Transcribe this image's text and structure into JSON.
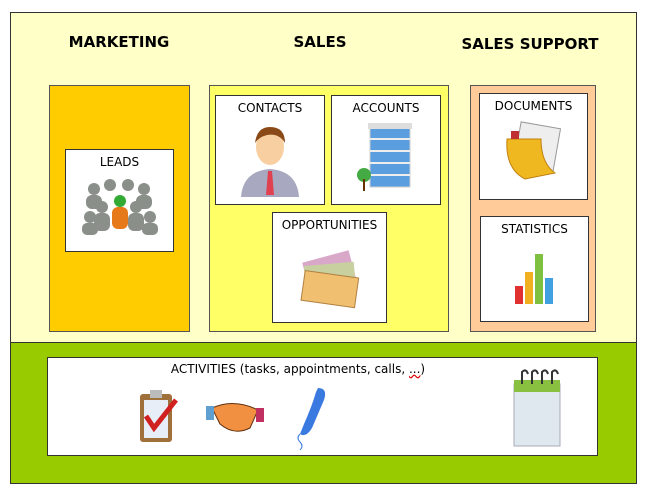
{
  "headings": {
    "marketing": "MARKETING",
    "sales": "SALES",
    "support": "SALES SUPPORT"
  },
  "cards": {
    "leads": "LEADS",
    "contacts": "CONTACTS",
    "accounts": "ACCOUNTS",
    "opportunities": "OPPORTUNITIES",
    "documents": "DOCUMENTS",
    "statistics": "STATISTICS"
  },
  "activities": {
    "label": "ACTIVITIES (tasks, appointments, calls, ",
    "ellipsis": "...",
    "close": ")"
  },
  "colors": {
    "top": "#ffffc8",
    "green": "#99cc00",
    "marketing": "#ffcc00",
    "sales": "#ffff66",
    "support": "#ffcc99"
  }
}
